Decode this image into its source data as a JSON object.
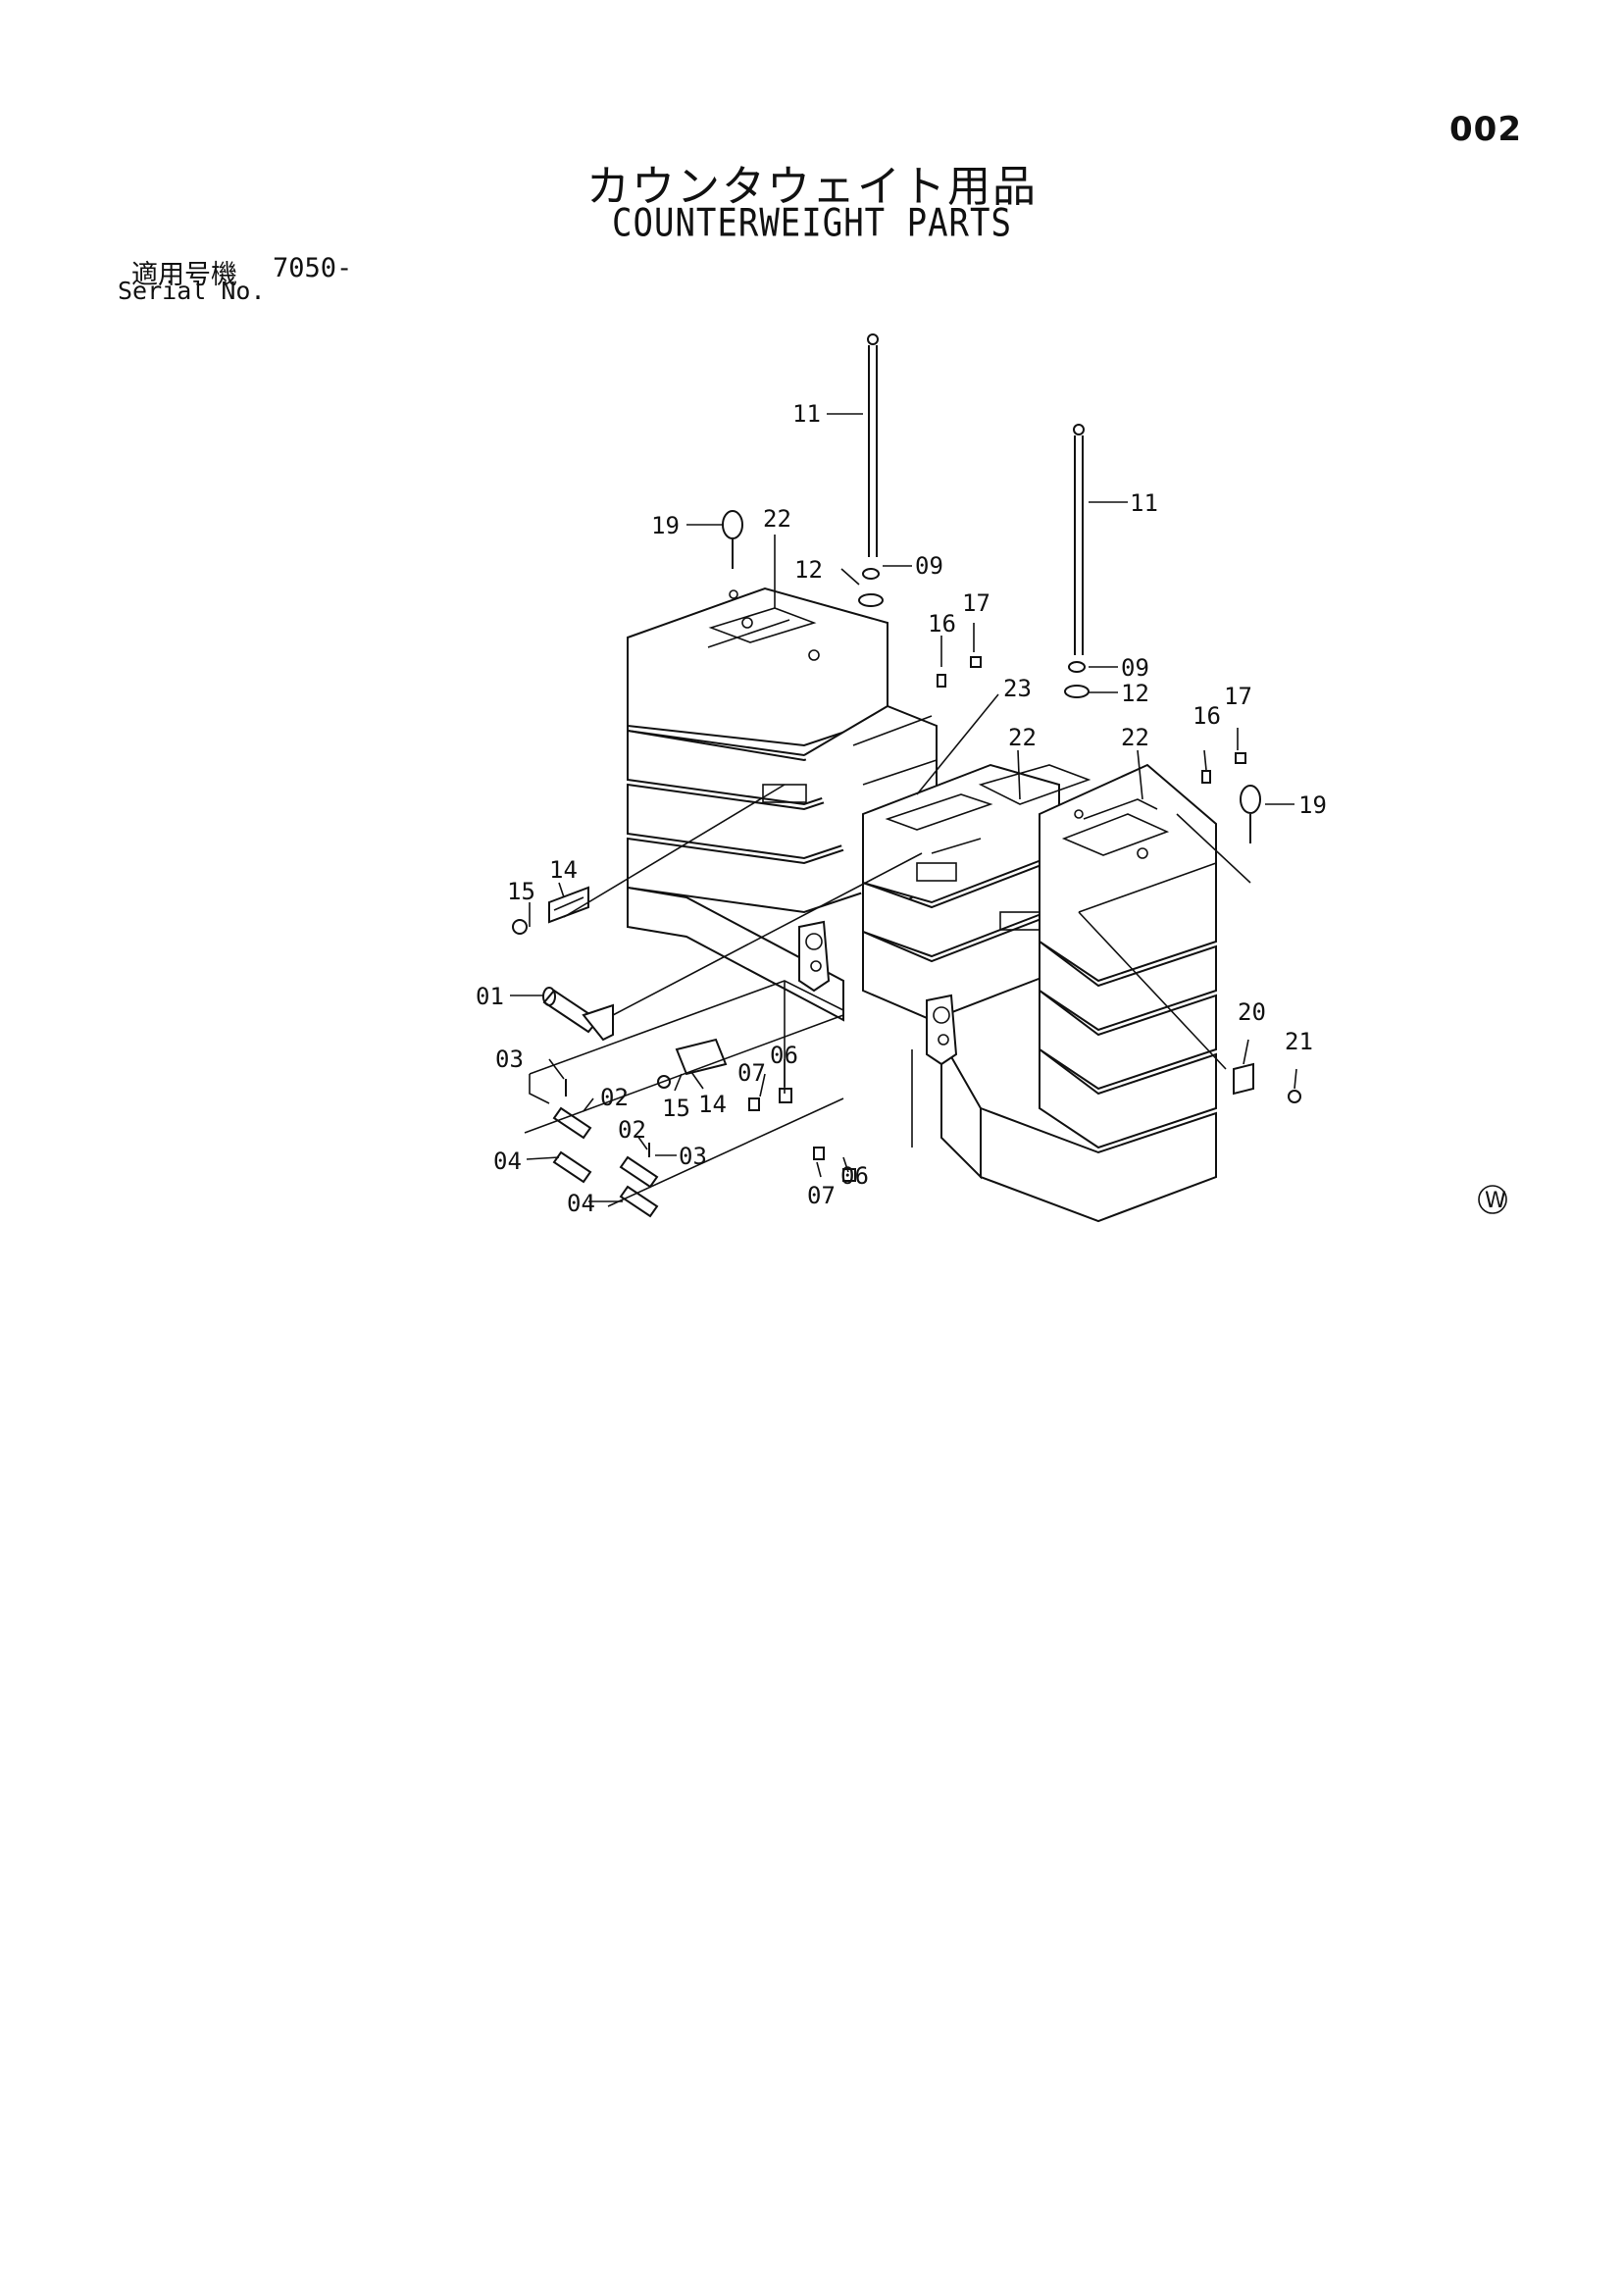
{
  "page": {
    "number": "002",
    "title_jp": "カウンタウェイト用品",
    "title_en": "COUNTERWEIGHT PARTS",
    "serial_label_jp": "適用号機",
    "serial_value": "7050-",
    "serial_label_en": "Serial No.",
    "mark": "W"
  },
  "callouts": [
    {
      "id": "11",
      "part": "11"
    },
    {
      "id": "11b",
      "part": "11"
    },
    {
      "id": "19",
      "part": "19"
    },
    {
      "id": "22",
      "part": "22"
    },
    {
      "id": "12",
      "part": "12"
    },
    {
      "id": "09",
      "part": "09"
    },
    {
      "id": "16",
      "part": "16"
    },
    {
      "id": "17",
      "part": "17"
    },
    {
      "id": "23",
      "part": "23"
    },
    {
      "id": "09b",
      "part": "09"
    },
    {
      "id": "12b",
      "part": "12"
    },
    {
      "id": "22b",
      "part": "22"
    },
    {
      "id": "22c",
      "part": "22"
    },
    {
      "id": "16b",
      "part": "16"
    },
    {
      "id": "17b",
      "part": "17"
    },
    {
      "id": "19b",
      "part": "19"
    },
    {
      "id": "14",
      "part": "14"
    },
    {
      "id": "15",
      "part": "15"
    },
    {
      "id": "01",
      "part": "01"
    },
    {
      "id": "03",
      "part": "03"
    },
    {
      "id": "02",
      "part": "02"
    },
    {
      "id": "07",
      "part": "07"
    },
    {
      "id": "06",
      "part": "06"
    },
    {
      "id": "15b",
      "part": "15"
    },
    {
      "id": "14b",
      "part": "14"
    },
    {
      "id": "04",
      "part": "04"
    },
    {
      "id": "02b",
      "part": "02"
    },
    {
      "id": "03b",
      "part": "03"
    },
    {
      "id": "07b",
      "part": "07"
    },
    {
      "id": "06b",
      "part": "06"
    },
    {
      "id": "04b",
      "part": "04"
    },
    {
      "id": "20",
      "part": "20"
    },
    {
      "id": "21",
      "part": "21"
    }
  ]
}
